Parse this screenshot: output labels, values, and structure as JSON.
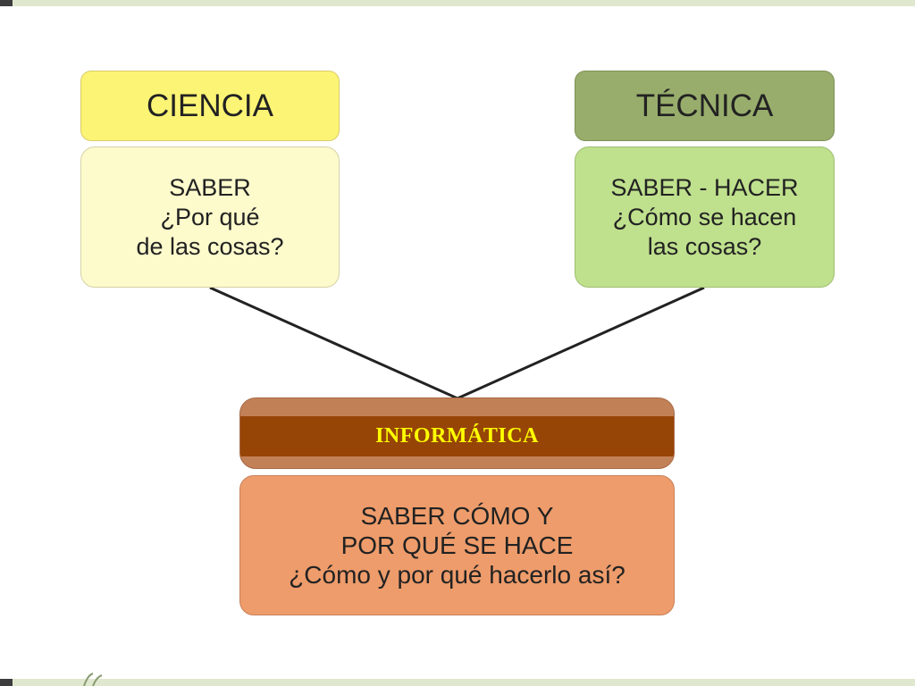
{
  "ciencia": {
    "title": "CIENCIA",
    "description": "SABER\n¿Por qué\nde las cosas?"
  },
  "tecnica": {
    "title": "TÉCNICA",
    "description": "SABER - HACER\n¿Cómo se hacen\nlas cosas?"
  },
  "informatica": {
    "title": "INFORMÁTICA",
    "description": "SABER CÓMO Y\nPOR QUÉ SE HACE\n¿Cómo y por qué hacerlo así?"
  },
  "colors": {
    "ciencia_title_bg": "#fcf475",
    "ciencia_desc_bg": "#fdfbcc",
    "tecnica_title_bg": "#98ad6c",
    "tecnica_desc_bg": "#bfe08d",
    "informatica_title_bg": "#974507",
    "informatica_title_text": "#ffff00",
    "informatica_desc_bg": "#ee9c6b",
    "connector": "#222222"
  }
}
